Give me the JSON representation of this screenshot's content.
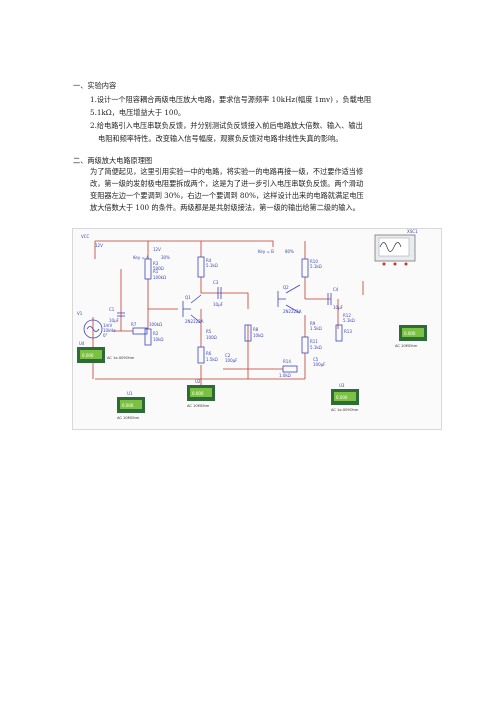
{
  "section1": {
    "heading": "一、实验内容",
    "item1_line1": "1.设计一个阻容耦合两级电压放大电路，要求信号源频率 10kHz(幅度 1mv) ，负载电阻",
    "item1_line2": "5.1kΩ，电压增益大于 100。",
    "item2_line1": "2.给电路引入电压串联负反馈，并分别测试负反馈接入前后电路放大倍数、输入、输出",
    "item2_line2": "电阻和频率特性。改变输入信号幅度，观察负反馈对电路非线性失真的影响。"
  },
  "section2": {
    "heading": "二、两级放大电路原理图",
    "para_line1": "为了简便起见，这里引用实验一中的电路，将实验一的电路再接一级，不过要作适当修",
    "para_line2": "改，第一级的发射极电阻要拆成两个，这是为了进一步引入电压串联负反馈。两个滑动",
    "para_line3": "变阻器左边一个要调到 30%，右边一个要调到 80%，这样设计出来的电路就满足电压",
    "para_line4": "放大倍数大于 100 的条件。两级都是是共射级接法，第一级的输出给第二级的输入。"
  },
  "circuit": {
    "vcc": "VCC",
    "v12": "12V",
    "vdd1": "12V",
    "key1": "Key = A",
    "pct1": "30%",
    "key2": "Key = B",
    "pct2": "80%",
    "r3": "R3",
    "r3v": "500Ω",
    "r4": "R4",
    "r4v": "5.1kΩ",
    "r10": "R10",
    "r10v": "5.1kΩ",
    "c3": "C3",
    "c3v": "10µF",
    "c4": "C4",
    "c4v": "10µF",
    "c1": "C1",
    "c1v": "10µF",
    "c2": "C2",
    "c2v": "100µF",
    "c5": "C5",
    "c5v": "100µF",
    "q1": "Q1",
    "q1v": "2N2222A",
    "q2": "Q2",
    "q2v": "2N2222A",
    "r1": "R1",
    "r1v": "100kΩ",
    "r2": "R2",
    "r2v": "10kΩ",
    "r5": "R5",
    "r5v": "100Ω",
    "r6": "R6",
    "r6v": "1.5kΩ",
    "r7": "R7",
    "r7v": "100kΩ",
    "r8": "R8",
    "r8v": "10kΩ",
    "r9": "R9",
    "r9v": "1.5kΩ",
    "r11": "R11",
    "r11v": "5.1kΩ",
    "r12": "R12",
    "r12v": "5.1kΩ",
    "r13": "R13",
    "r14": "R14",
    "r14v": "1.0kΩ",
    "source": "V1",
    "source_v1": "1mV",
    "source_v2": "10kHz",
    "source_v3": "0°",
    "xsc": "XSC1",
    "u1": "U1",
    "u2": "U2",
    "u3": "U3",
    "u4": "U4",
    "m1_val": "0.000",
    "m1_lab": "AC  1e-009Ohm",
    "m2_val": "0.000",
    "m2_lab": "AC  1e-009Ohm",
    "m3_val": "0.000",
    "m3_lab": "AC  10MOhm",
    "m4_val": "0.000",
    "m4_lab": "AC  10MOhm",
    "m5_val": "0.000",
    "m5_lab": "AC  10MOhm"
  },
  "colors": {
    "wire": "#c0392b",
    "component": "#3c46b8",
    "meter_body": "#2f6b3a",
    "meter_screen": "#7cc242"
  }
}
